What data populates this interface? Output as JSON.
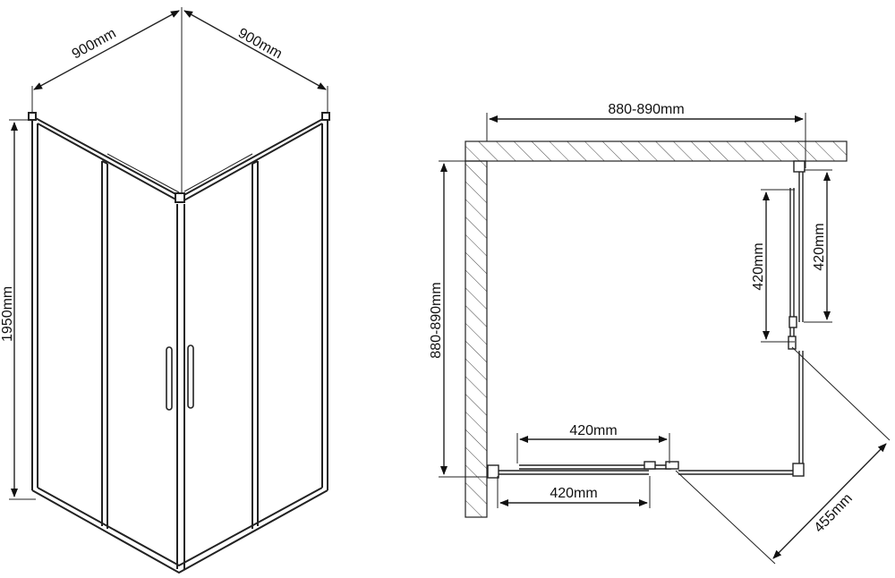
{
  "perspective_view": {
    "width_left": "900mm",
    "width_right": "900mm",
    "height": "1950mm"
  },
  "plan_view": {
    "top_width": "880-890mm",
    "side_height": "880-890mm",
    "right_fixed_panel": "420mm",
    "right_door_panel": "420mm",
    "bottom_door_panel": "420mm",
    "bottom_fixed_panel": "420mm",
    "door_opening": "455mm"
  }
}
